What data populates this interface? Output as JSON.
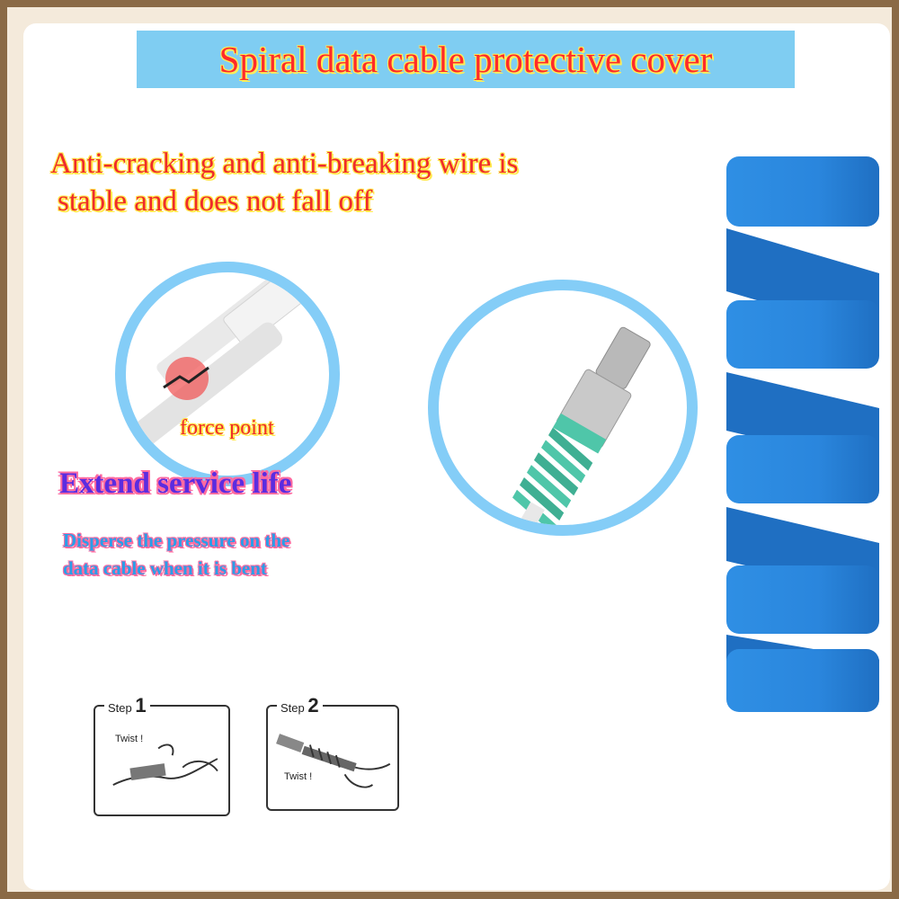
{
  "title": "Spiral data cable protective cover",
  "headline": {
    "line1": "Anti-cracking and anti-breaking wire is",
    "line2": "stable and does not fall off"
  },
  "force_point_label": "force point",
  "extend_label": "Extend service life",
  "disperse": {
    "line1": "Disperse the pressure on the",
    "line2": "data cable when it is bent"
  },
  "steps": [
    {
      "label": "Step",
      "number": "1",
      "twist": "Twist !"
    },
    {
      "label": "Step",
      "number": "2",
      "twist": "Twist !"
    }
  ],
  "colors": {
    "title_banner": "#7fcdf2",
    "title_text": "#ff2a2a",
    "headline_text": "#ef2b2b",
    "circle_ring": "#84cdf7",
    "spiral_blue": "#2a86dd",
    "spiral_green": "#4fc6a9",
    "extend_text": "#5b2ce0",
    "disperse_text": "#2a9ee8"
  }
}
